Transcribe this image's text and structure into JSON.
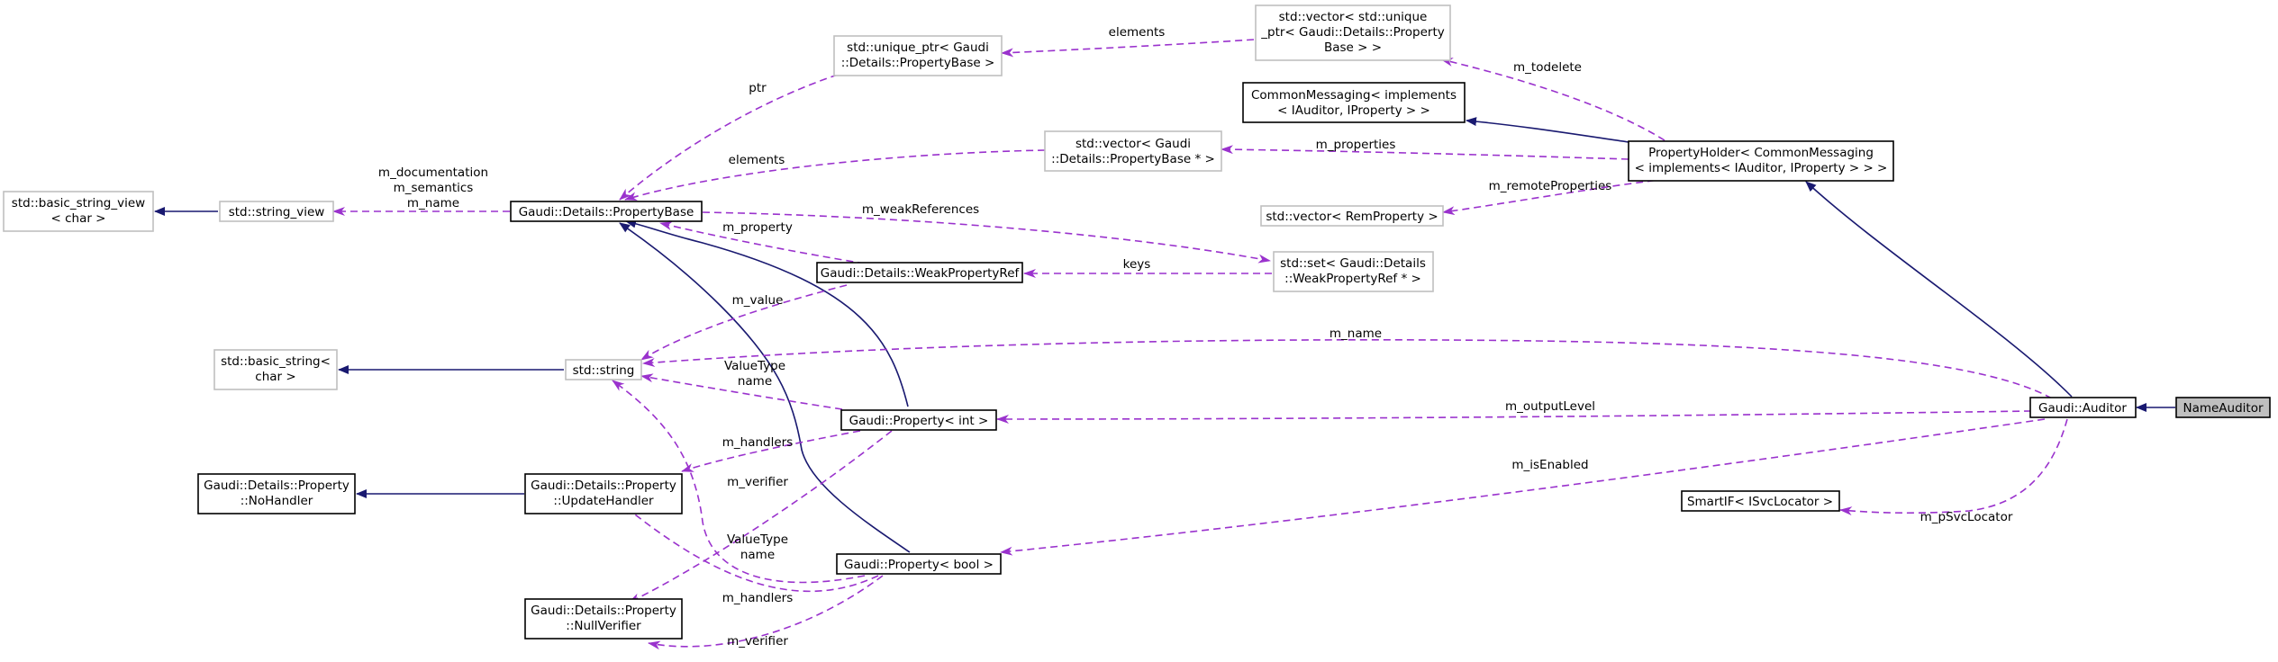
{
  "diagram": {
    "nodes": {
      "name_auditor": [
        "NameAuditor"
      ],
      "gaudi_auditor": [
        "Gaudi::Auditor"
      ],
      "property_holder": [
        "PropertyHolder< CommonMessaging",
        "< implements< IAuditor, IProperty > > >"
      ],
      "common_messaging": [
        "CommonMessaging< implements",
        "< IAuditor, IProperty > >"
      ],
      "vector_unique_ptr": [
        "std::vector< std::unique",
        "_ptr< Gaudi::Details::Property",
        "Base > >"
      ],
      "unique_ptr": [
        "std::unique_ptr< Gaudi",
        "::Details::PropertyBase >"
      ],
      "vector_propertybase_ptr": [
        "std::vector< Gaudi",
        "::Details::PropertyBase * >"
      ],
      "vector_remproperty": [
        "std::vector< RemProperty >"
      ],
      "set_weakpropertyref": [
        "std::set< Gaudi::Details",
        "::WeakPropertyRef * >"
      ],
      "property_base": [
        "Gaudi::Details::PropertyBase"
      ],
      "string_view": [
        "std::string_view"
      ],
      "basic_string_view": [
        "std::basic_string_view",
        "< char >"
      ],
      "weak_property_ref": [
        "Gaudi::Details::WeakPropertyRef"
      ],
      "std_string": [
        "std::string"
      ],
      "basic_string": [
        "std::basic_string<",
        "char >"
      ],
      "property_int": [
        "Gaudi::Property< int >"
      ],
      "update_handler": [
        "Gaudi::Details::Property",
        "::UpdateHandler"
      ],
      "no_handler": [
        "Gaudi::Details::Property",
        "::NoHandler"
      ],
      "property_bool": [
        "Gaudi::Property< bool >"
      ],
      "null_verifier": [
        "Gaudi::Details::Property",
        "::NullVerifier"
      ],
      "smartif": [
        "SmartIF< ISvcLocator >"
      ]
    },
    "edge_labels": {
      "elements_top": [
        "elements"
      ],
      "m_todelete": [
        "m_todelete"
      ],
      "ptr": [
        "ptr"
      ],
      "elements_mid": [
        "elements"
      ],
      "m_properties": [
        "m_properties"
      ],
      "m_remoteProperties": [
        "m_remoteProperties"
      ],
      "string_view_members": [
        "m_documentation",
        "m_semantics",
        "m_name"
      ],
      "m_weakReferences": [
        "m_weakReferences"
      ],
      "m_property": [
        "m_property"
      ],
      "keys": [
        "keys"
      ],
      "m_value": [
        "m_value"
      ],
      "m_name_string": [
        "m_name"
      ],
      "valuetype_int": [
        "ValueType",
        "name"
      ],
      "m_outputLevel": [
        "m_outputLevel"
      ],
      "m_handlers_int": [
        "m_handlers"
      ],
      "m_verifier_int": [
        "m_verifier"
      ],
      "m_isEnabled": [
        "m_isEnabled"
      ],
      "m_pSvcLocator": [
        "m_pSvcLocator"
      ],
      "valuetype_bool": [
        "ValueType",
        "name"
      ],
      "m_handlers_bool": [
        "m_handlers"
      ],
      "m_verifier_bool": [
        "m_verifier"
      ]
    },
    "colors": {
      "inheritance": "#191970",
      "usage": "#9a32cd",
      "external_border": "#bfbfbf",
      "focus_fill": "#bfbfbf"
    }
  }
}
